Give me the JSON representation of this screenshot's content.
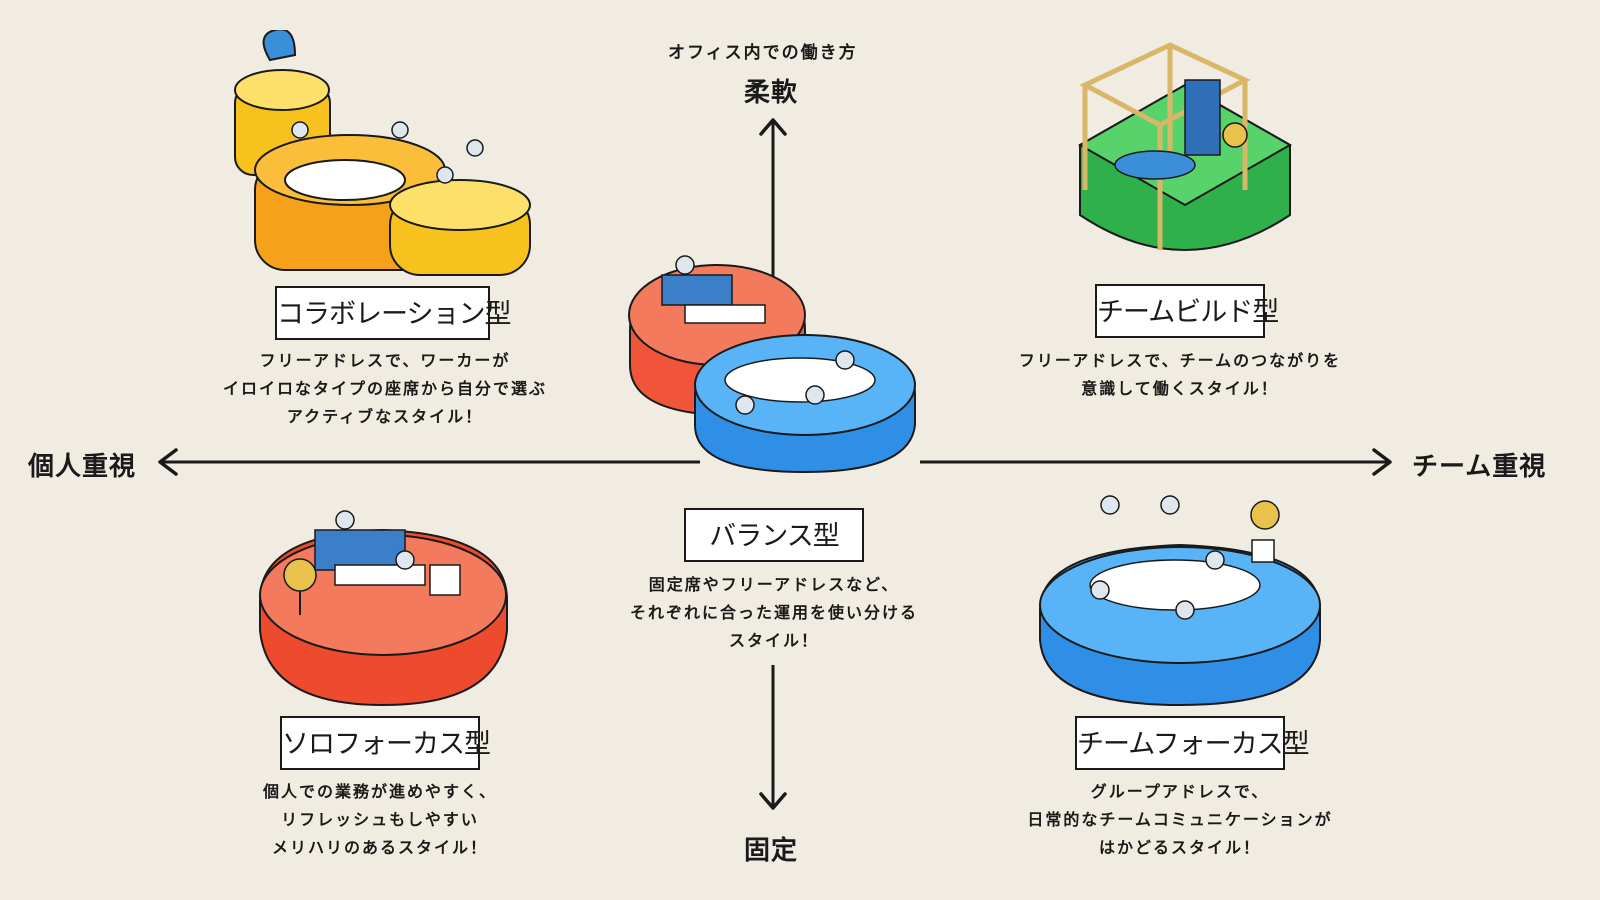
{
  "axes": {
    "top_caption": "オフィス内での働き方",
    "top": "柔軟",
    "bottom": "固定",
    "left": "個人重視",
    "right": "チーム重視"
  },
  "types": {
    "collaboration": {
      "label": "コラボレーション型",
      "desc": [
        "フリーアドレスで、ワーカーが",
        "イロイロなタイプの座席から自分で選ぶ",
        "アクティブなスタイル！"
      ],
      "color": "#f7c21d"
    },
    "team_build": {
      "label": "チームビルド型",
      "desc": [
        "フリーアドレスで、チームのつながりを",
        "意識して働くスタイル！"
      ],
      "color": "#3dc24f"
    },
    "balance": {
      "label": "バランス型",
      "desc": [
        "固定席やフリーアドレスなど、",
        "それぞれに合った運用を使い分ける",
        "スタイル！"
      ],
      "color": "#3aa0ee"
    },
    "solo_focus": {
      "label": "ソロフォーカス型",
      "desc": [
        "個人での業務が進めやすく、",
        "リフレッシュもしやすい",
        "メリハリのあるスタイル！"
      ],
      "color": "#f0553a"
    },
    "team_focus": {
      "label": "チームフォーカス型",
      "desc": [
        "グループアドレスで、",
        "日常的なチームコミュニケーションが",
        "はかどるスタイル！"
      ],
      "color": "#3aa0ee"
    }
  }
}
